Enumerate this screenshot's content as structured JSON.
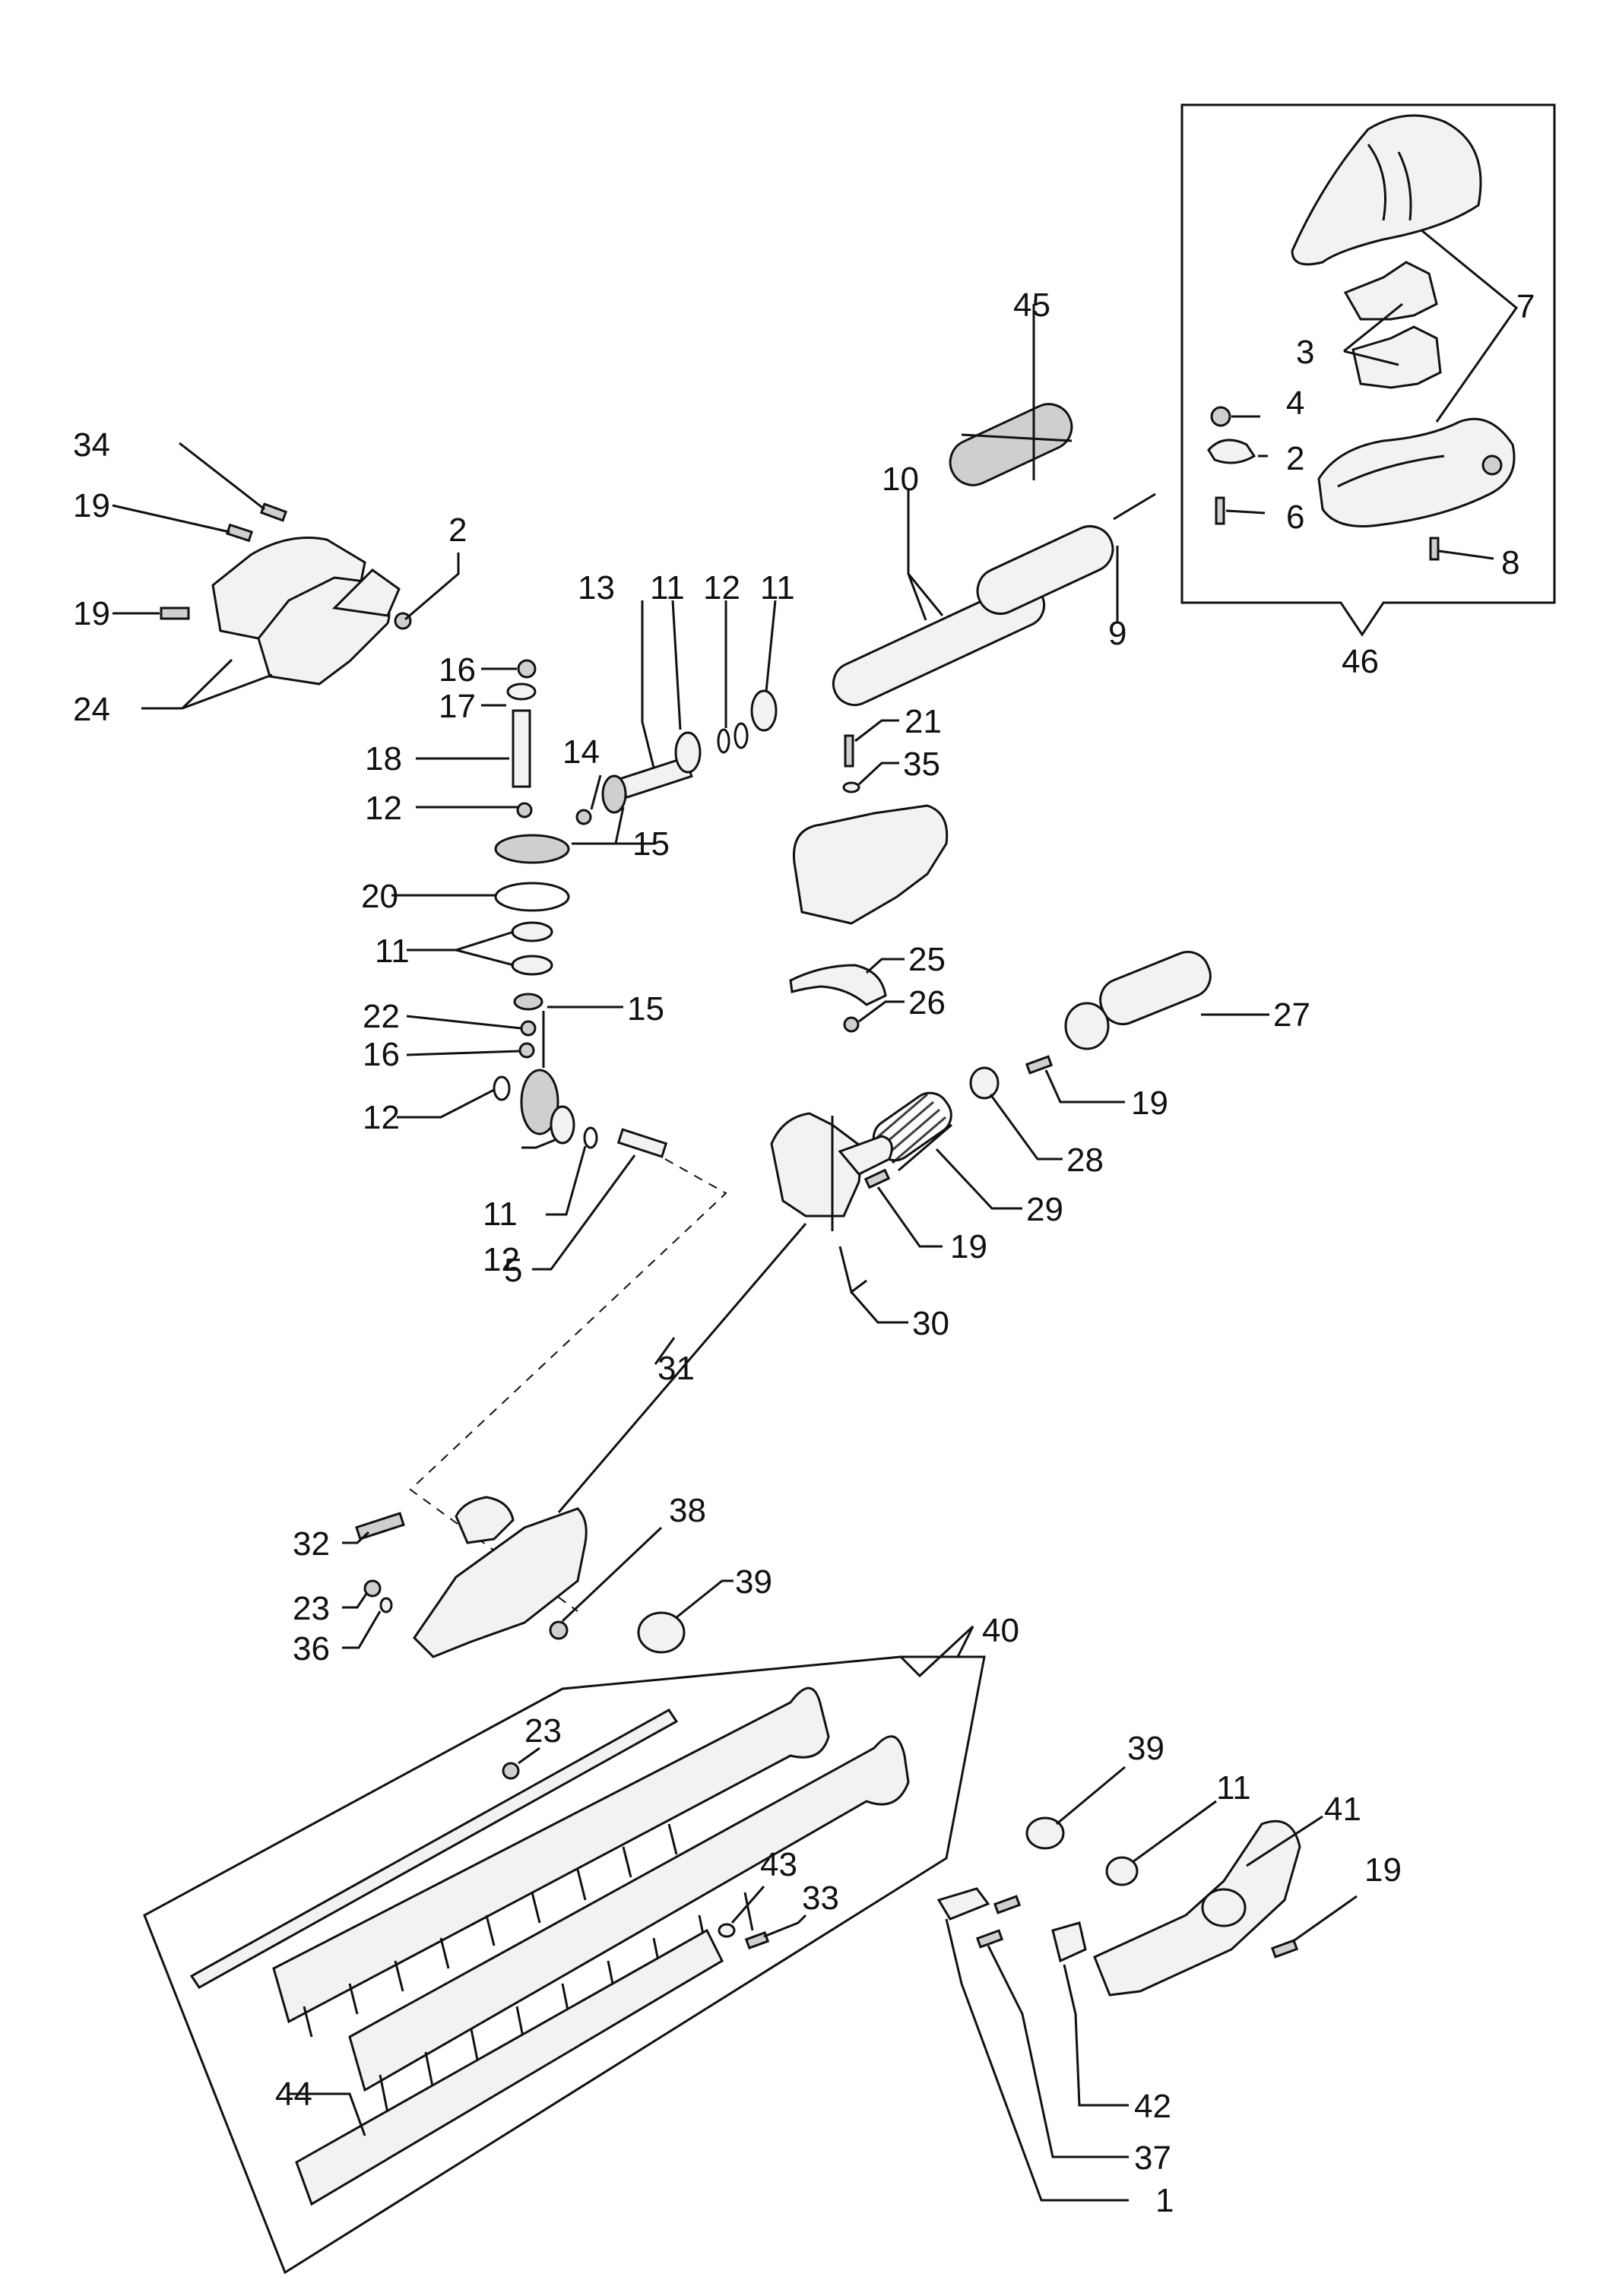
{
  "callouts": {
    "c1": "1",
    "c2a": "2",
    "c2b": "2",
    "c3": "3",
    "c4": "4",
    "c5": "5",
    "c6": "6",
    "c7": "7",
    "c8": "8",
    "c9": "9",
    "c10": "10",
    "c11a": "11",
    "c11b": "11",
    "c11c": "11",
    "c11d": "11",
    "c11e": "11",
    "c12a": "12",
    "c12b": "12",
    "c12c": "12",
    "c12d": "12",
    "c13": "13",
    "c14": "14",
    "c15a": "15",
    "c15b": "15",
    "c16a": "16",
    "c16b": "16",
    "c17": "17",
    "c18": "18",
    "c19a": "19",
    "c19b": "19",
    "c19c": "19",
    "c19d": "19",
    "c19e": "19",
    "c20": "20",
    "c21": "21",
    "c22": "22",
    "c23a": "23",
    "c23b": "23",
    "c24": "24",
    "c25": "25",
    "c26": "26",
    "c27": "27",
    "c28": "28",
    "c29": "29",
    "c30": "30",
    "c31": "31",
    "c32": "32",
    "c33": "33",
    "c34": "34",
    "c35": "35",
    "c36": "36",
    "c37": "37",
    "c38": "38",
    "c39a": "39",
    "c39b": "39",
    "c40": "40",
    "c41": "41",
    "c42": "42",
    "c43": "43",
    "c44": "44",
    "c45": "45",
    "c46": "46"
  }
}
